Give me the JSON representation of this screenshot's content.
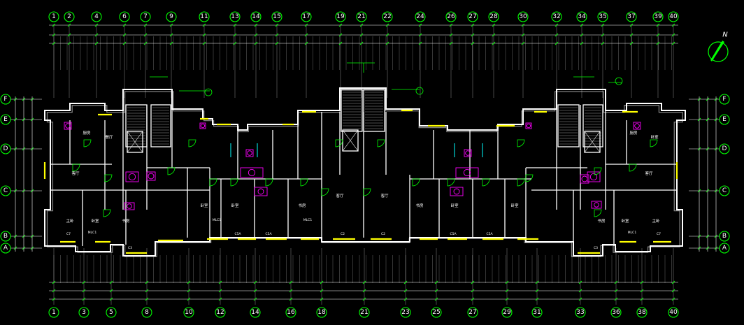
{
  "top_axes": [
    "1",
    "2",
    "4",
    "6",
    "7",
    "9",
    "11",
    "13",
    "14",
    "15",
    "17",
    "19",
    "21",
    "22",
    "24",
    "26",
    "27",
    "28",
    "30",
    "32",
    "34",
    "35",
    "37",
    "39",
    "40"
  ],
  "bottom_axes": [
    "1",
    "3",
    "5",
    "8",
    "10",
    "12",
    "14",
    "16",
    "18",
    "21",
    "23",
    "25",
    "27",
    "29",
    "31",
    "33",
    "36",
    "38",
    "40"
  ],
  "row_axes": [
    "F",
    "E",
    "D",
    "C",
    "B",
    "A"
  ],
  "north_label": "N",
  "colors": {
    "background": "#000000",
    "walls": "#ffffff",
    "axes": "#00ff00",
    "windows": "#ffff00",
    "fixtures": "#ff00ff",
    "accent": "#00ffff"
  },
  "rooms": [
    {
      "label": "客厅",
      "name": "living-room-left"
    },
    {
      "label": "厨房",
      "name": "kitchen-left"
    },
    {
      "label": "餐厅",
      "name": "dining-left"
    },
    {
      "label": "主卧",
      "name": "master-bed-left"
    },
    {
      "label": "卧室",
      "name": "bedroom-left"
    },
    {
      "label": "书房",
      "name": "study-left"
    },
    {
      "label": "卧室",
      "name": "bedroom-mid1"
    },
    {
      "label": "卧室",
      "name": "bedroom-mid2"
    },
    {
      "label": "书房",
      "name": "study-mid"
    },
    {
      "label": "客厅",
      "name": "living-mid1"
    },
    {
      "label": "客厅",
      "name": "living-mid2"
    },
    {
      "label": "书房",
      "name": "study-mid2"
    },
    {
      "label": "卧室",
      "name": "bedroom-mid3"
    },
    {
      "label": "卧室",
      "name": "bedroom-mid4"
    },
    {
      "label": "客厅",
      "name": "living-room-right"
    },
    {
      "label": "卧室",
      "name": "bedroom-right"
    },
    {
      "label": "书房",
      "name": "study-right"
    },
    {
      "label": "主卧",
      "name": "master-bed-right"
    },
    {
      "label": "厨房",
      "name": "kitchen-right"
    },
    {
      "label": "卧室",
      "name": "bedroom-right2"
    }
  ],
  "window_tags": [
    "C7",
    "C3",
    "C5A",
    "C5A",
    "C2",
    "C2",
    "C5A",
    "C5A",
    "C3",
    "C7",
    "MLC1",
    "MLC1",
    "MLC1",
    "MLC1"
  ]
}
